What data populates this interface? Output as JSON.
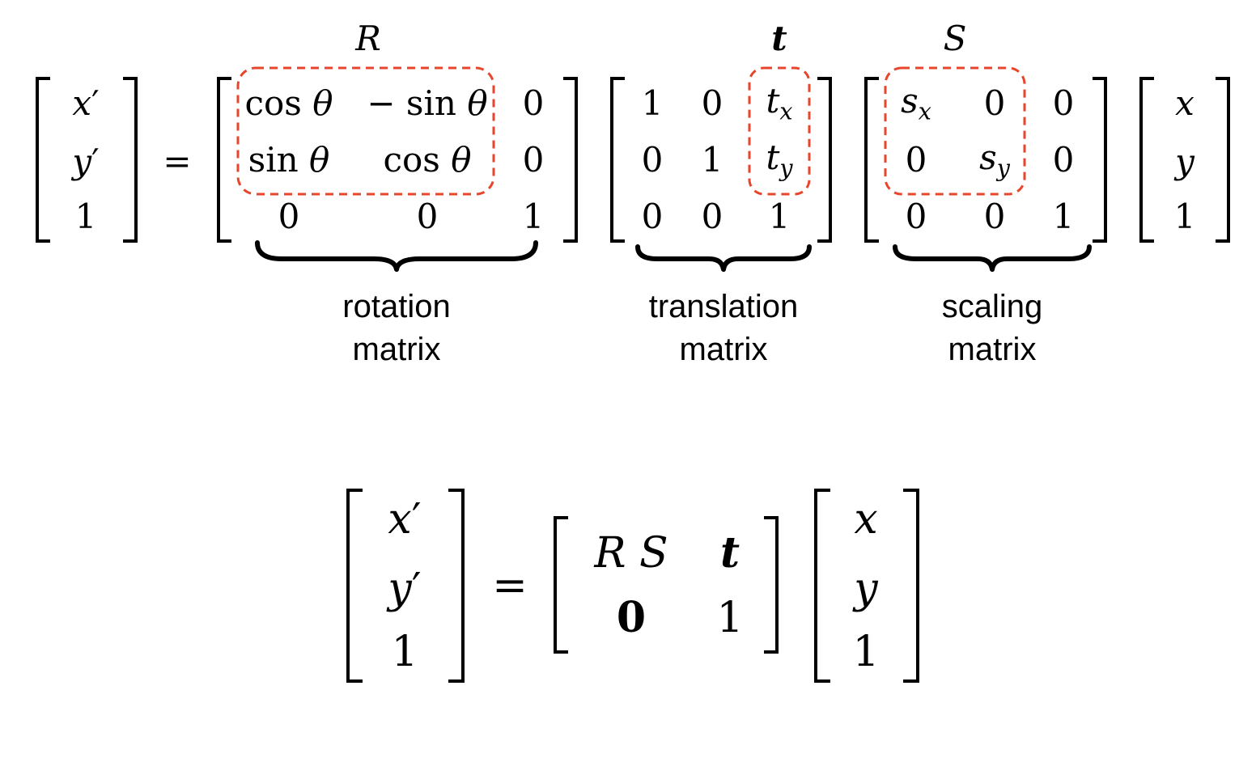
{
  "equation1": {
    "lhs": {
      "r1": "x",
      "r2": "y",
      "r3": "1",
      "prime": "′"
    },
    "equals": "=",
    "rotation": {
      "symbol": "R",
      "r1c1_fn": "cos",
      "r1c1_arg": "θ",
      "r1c2_fn": "− sin",
      "r1c2_arg": "θ",
      "r1c3": "0",
      "r2c1_fn": "sin",
      "r2c1_arg": "θ",
      "r2c2_fn": "cos",
      "r2c2_arg": "θ",
      "r2c3": "0",
      "r3c1": "0",
      "r3c2": "0",
      "r3c3": "1",
      "label_line1": "rotation",
      "label_line2": "matrix"
    },
    "translation": {
      "symbol": "t",
      "r1c1": "1",
      "r1c2": "0",
      "r1c3_base": "t",
      "r1c3_sub": "x",
      "r2c1": "0",
      "r2c2": "1",
      "r2c3_base": "t",
      "r2c3_sub": "y",
      "r3c1": "0",
      "r3c2": "0",
      "r3c3": "1",
      "label_line1": "translation",
      "label_line2": "matrix"
    },
    "scaling": {
      "symbol": "S",
      "r1c1_base": "s",
      "r1c1_sub": "x",
      "r1c2": "0",
      "r1c3": "0",
      "r2c1": "0",
      "r2c2_base": "s",
      "r2c2_sub": "y",
      "r2c3": "0",
      "r3c1": "0",
      "r3c2": "0",
      "r3c3": "1",
      "label_line1": "scaling",
      "label_line2": "matrix"
    },
    "rhs": {
      "r1": "x",
      "r2": "y",
      "r3": "1"
    }
  },
  "equation2": {
    "lhs": {
      "r1": "x",
      "r2": "y",
      "r3": "1",
      "prime": "′"
    },
    "equals": "=",
    "block": {
      "r1c1": "R S",
      "r1c2": "t",
      "r2c1": "0",
      "r2c2": "1"
    },
    "rhs": {
      "r1": "x",
      "r2": "y",
      "r3": "1"
    }
  },
  "colors": {
    "highlight": "#e8462c",
    "ink": "#000000"
  }
}
